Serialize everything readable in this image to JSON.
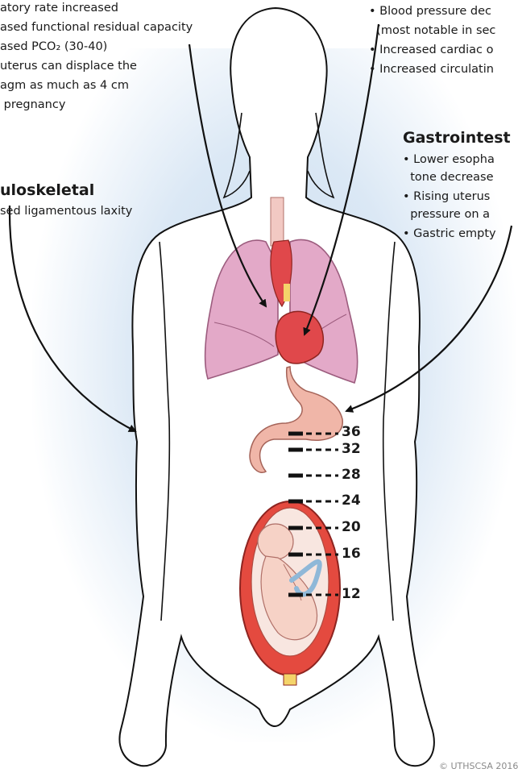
{
  "respiratory": {
    "lines": [
      "atory rate increased",
      "ased functional residual capacity",
      "ased PCO₂ (30-40)",
      "uterus can displace the",
      "agm as much as 4 cm",
      " pregnancy"
    ]
  },
  "cardiovascular": {
    "lines": [
      "• Blood pressure dec",
      "  (most notable in sec",
      "• Increased cardiac o",
      "• Increased circulatin"
    ]
  },
  "musculoskeletal": {
    "heading": "uloskeletal",
    "lines": [
      "sed ligamentous laxity"
    ]
  },
  "gastrointestinal": {
    "heading": "Gastrointest",
    "lines": [
      "• Lower esopha",
      "  tone decrease",
      "• Rising uterus",
      "  pressure on a",
      "• Gastric empty"
    ]
  },
  "fundal_height_weeks": [
    "36",
    "32",
    "28",
    "24",
    "20",
    "16",
    "12"
  ],
  "copyright": "© UTHSCSA 2016",
  "colors": {
    "lung": "#e3a9c8",
    "lung_outline": "#9c5c7e",
    "heart": "#e0484b",
    "stomach": "#f0b6a8",
    "uterus": "#e44a3f",
    "fetus": "#f6d2c6",
    "cord": "#8fb8d8",
    "background_glow": "#c9dcf0"
  }
}
